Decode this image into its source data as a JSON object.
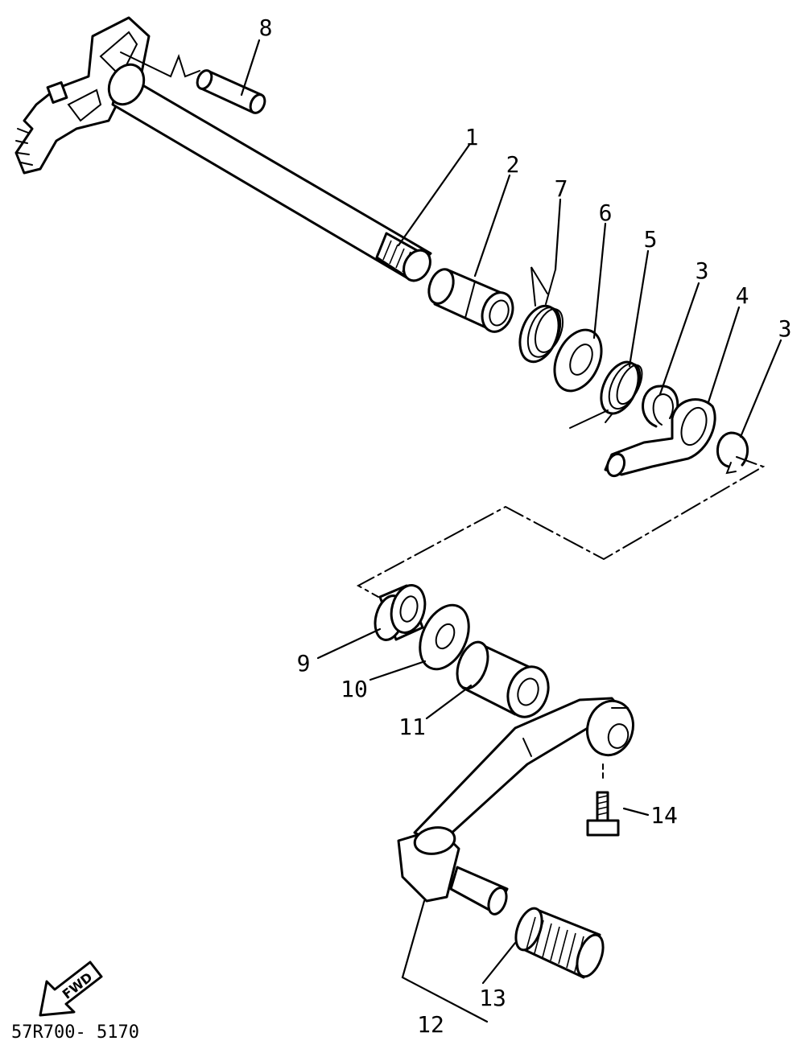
{
  "diagram_code": "57R700- 5170",
  "fwd_label": "FWD",
  "callouts": {
    "c1": "1",
    "c2": "2",
    "c3a": "3",
    "c3b": "3",
    "c4": "4",
    "c5": "5",
    "c6": "6",
    "c7": "7",
    "c8": "8",
    "c9": "9",
    "c10": "10",
    "c11": "11",
    "c12": "12",
    "c13": "13",
    "c14": "14"
  }
}
